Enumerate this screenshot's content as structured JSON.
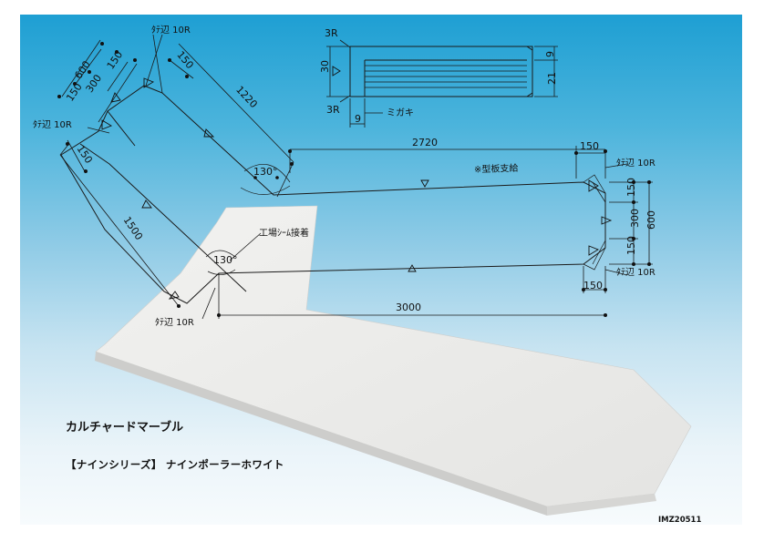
{
  "product": {
    "name": "カルチャードマーブル",
    "series": "【ナインシリーズ】 ナインポーラーホワイト",
    "code": "IMZ20511"
  },
  "section": {
    "radius_top": "3R",
    "radius_bottom": "3R",
    "height": "30",
    "offset": "9",
    "top_thickness": "9",
    "lower_thickness": "21",
    "polish_note": "ミガキ"
  },
  "plan": {
    "top_left": {
      "d600": "600",
      "d300": "300",
      "d150a": "150",
      "d150b": "150"
    },
    "radius_top": "ﾀﾃ辺 10R",
    "d150_top": "150",
    "d1220": "1220",
    "radius_left": "ﾀﾃ辺 10R",
    "d150_left": "150",
    "d1500": "1500",
    "angle_upper": "130°",
    "d2720": "2720",
    "d150_top_right": "150",
    "template_note": "※型板支給",
    "radius_top_right": "ﾀﾃ辺 10R",
    "right": {
      "d150a": "150",
      "d300": "300",
      "d150b": "150",
      "d600": "600"
    },
    "seam_note": "工場ｼｰﾑ接着",
    "angle_lower": "130°",
    "radius_bottom_right": "ﾀﾃ辺 10R",
    "d150_bottom_right": "150",
    "d3000": "3000",
    "radius_bottom_left": "ﾀﾃ辺 10R"
  }
}
